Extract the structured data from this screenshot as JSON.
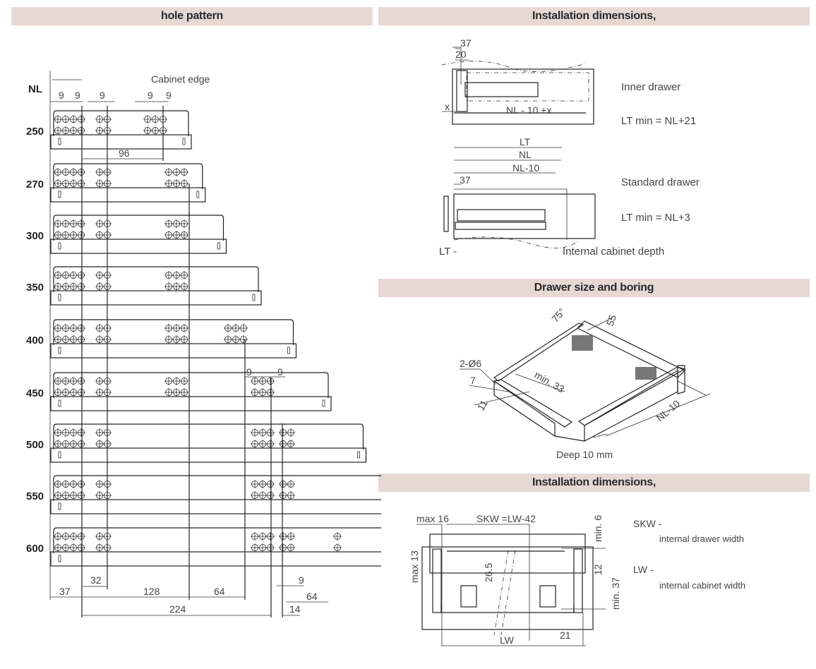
{
  "sections": {
    "hole_pattern": "hole pattern",
    "install_top": "Installation dimensions,",
    "drawer_boring": "Drawer size and boring",
    "install_bottom": "Installation dimensions,"
  },
  "hole_pattern": {
    "nl_header": "NL",
    "cabinet_edge": "Cabinet edge",
    "rows": [
      "250",
      "270",
      "300",
      "350",
      "400",
      "450",
      "500",
      "550",
      "600"
    ],
    "dims": {
      "top_9a": "9",
      "top_9b": "9",
      "top_9c": "9",
      "top_9d": "9",
      "top_9e": "9",
      "d96": "96",
      "mid_9a": "9",
      "mid_9b": "9",
      "b37": "37",
      "b32": "32",
      "b128": "128",
      "b64": "64",
      "b224": "224",
      "b9": "9",
      "b64r": "64",
      "b14": "14"
    }
  },
  "install_top": {
    "d37": "37",
    "d20": "20",
    "dx": "x",
    "nl10x": "NL - 10 +x",
    "inner_drawer": "Inner drawer",
    "lt_min_inner": "LT min = NL+21",
    "lt": "LT",
    "nl": "NL",
    "nl10": "NL-10",
    "d37b": "37",
    "standard_drawer": "Standard drawer",
    "lt_min_std": "LT min = NL+3",
    "lt_dash": "LT -",
    "internal_depth": "Internal cabinet depth"
  },
  "drawer_boring": {
    "angle": "75°",
    "d55": "55",
    "holes": "2-Ø6",
    "d7": "7",
    "min33": "min. 33",
    "d11": "11",
    "nl10": "NL-10",
    "deep": "Deep 10 mm"
  },
  "install_bottom": {
    "max16": "max 16",
    "skw_eq": "SKW =LW-42",
    "min6": "min. 6",
    "max13": "max 13",
    "d265": "26.5",
    "d12": "12",
    "min37": "min. 37",
    "lw": "LW",
    "d21": "21",
    "skw": "SKW -",
    "skw_desc": "internal drawer width",
    "lw_key": "LW   -",
    "lw_desc": "internal cabinet width"
  },
  "colors": {
    "header_bg": "#e6d9d4"
  }
}
